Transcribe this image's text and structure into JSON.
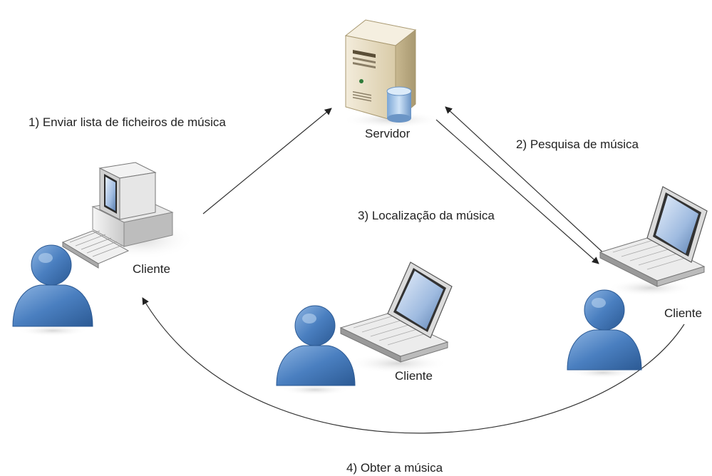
{
  "nodes": {
    "server": {
      "label": "Servidor",
      "icon": "server-icon"
    },
    "desktop_client": {
      "label": "Cliente",
      "icon": "desktop-computer-icon"
    },
    "laptop_client_center": {
      "label": "Cliente",
      "icon": "laptop-icon"
    },
    "laptop_client_right": {
      "label": "Cliente",
      "icon": "laptop-icon"
    }
  },
  "edges": {
    "send_list": "1) Enviar lista de ficheiros de música",
    "search": "2) Pesquisa de música",
    "location": "3) Localização da música",
    "get_music": "4) Obter a música"
  },
  "colors": {
    "user_blue": "#4a7fc0",
    "user_dark": "#2c5a94",
    "server_beige": "#e8dcc0",
    "database_blue": "#9cc2e8",
    "screen_blue": "#5a7fb0",
    "arrow": "#333333"
  }
}
